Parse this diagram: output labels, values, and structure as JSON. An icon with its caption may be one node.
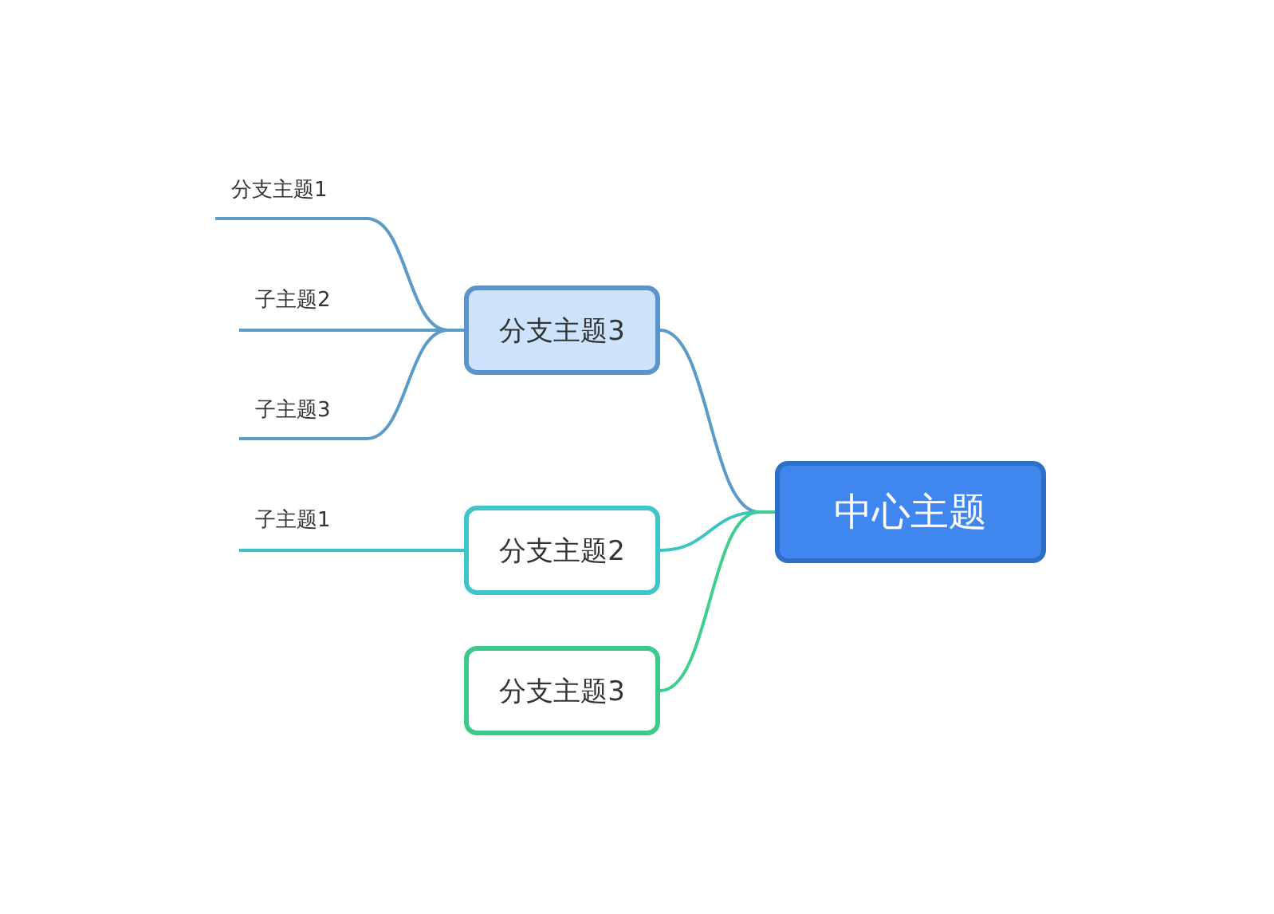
{
  "diagram": {
    "nodes": [
      {
        "text": [
          "中心主题"
        ]
      },
      {
        "text": [
          "分支主题3"
        ]
      },
      {
        "text": [
          "分支主题2"
        ]
      },
      {
        "text": [
          "分支主题3"
        ]
      },
      {
        "text": [
          "分支主题1"
        ]
      },
      {
        "text": [
          "子主题2"
        ]
      },
      {
        "text": [
          "子主题3"
        ]
      },
      {
        "text": [
          "子主题1"
        ]
      }
    ],
    "edges": [
      {
        "from": 0,
        "to": 1,
        "arrow": "none",
        "color": "#5a9bc8"
      },
      {
        "from": 0,
        "to": 2,
        "arrow": "none",
        "color": "#3cc4c4"
      },
      {
        "from": 0,
        "to": 3,
        "arrow": "none",
        "color": "#3ccf8e"
      },
      {
        "from": 1,
        "to": 4,
        "arrow": "none",
        "color": "#5a9bc8"
      },
      {
        "from": 1,
        "to": 5,
        "arrow": "none",
        "color": "#5a9bc8"
      },
      {
        "from": 1,
        "to": 6,
        "arrow": "none",
        "color": "#5a9bc8"
      },
      {
        "from": 2,
        "to": 7,
        "arrow": "none",
        "color": "#3cc4c4"
      }
    ]
  }
}
